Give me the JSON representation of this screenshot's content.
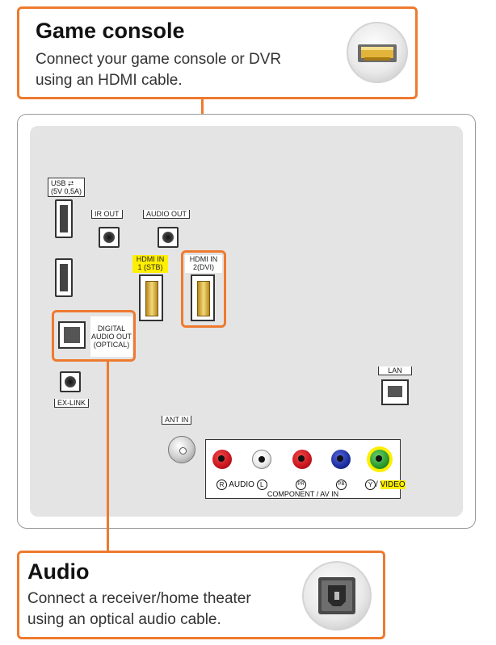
{
  "top_callout": {
    "title": "Game console",
    "line1": "Connect your game console or DVR",
    "line2": "using an HDMI cable.",
    "icon": "hdmi-plug-icon"
  },
  "bottom_callout": {
    "title": "Audio",
    "line1": "Connect a receiver/home theater",
    "line2": "using an optical audio cable.",
    "icon": "optical-plug-icon"
  },
  "panel": {
    "usb_label_1": "USB",
    "usb_label_2": "(5V 0,5A)",
    "ir_out": "IR OUT",
    "audio_out": "AUDIO OUT",
    "hdmi1_line1": "HDMI IN",
    "hdmi1_line2": "1 (STB)",
    "hdmi2_line1": "HDMI IN",
    "hdmi2_line2": "2(DVI)",
    "digital_1": "DIGITAL",
    "digital_2": "AUDIO OUT",
    "digital_3": "(OPTICAL)",
    "ex_link": "EX-LINK",
    "ant_in": "ANT IN",
    "lan": "LAN",
    "r_symbol": "R",
    "audio": "AUDIO",
    "l_symbol": "L",
    "pr_symbol": "PR",
    "pb_symbol": "PB",
    "y_symbol": "Y",
    "video": "VIDEO",
    "component": "COMPONENT / AV IN"
  },
  "colors": {
    "accent": "#ee7a2f",
    "highlight": "#ffef00",
    "rca_red": "#c8141e",
    "rca_white": "#f2f2f2",
    "rca_blue": "#1d2f9e",
    "rca_green": "#2c9a2c"
  }
}
